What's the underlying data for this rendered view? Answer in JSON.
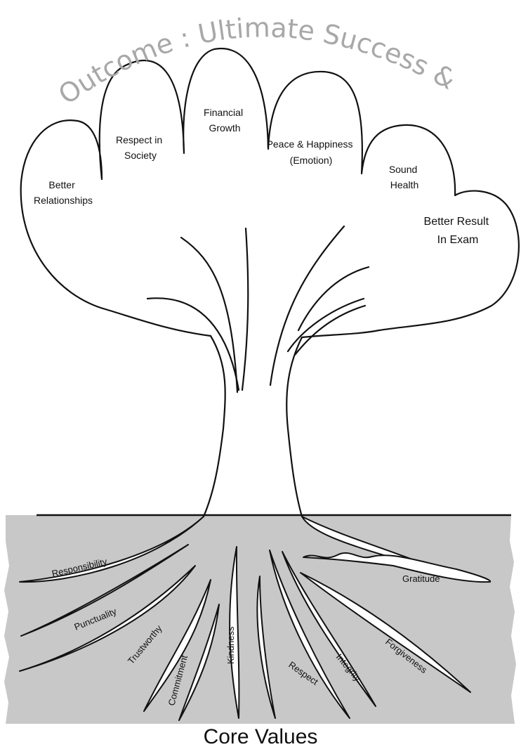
{
  "outcome_title": "Outcome : Ultimate Success & Happiness",
  "outcomes": [
    {
      "id": "relationships",
      "lines": [
        "Better",
        "Relationships"
      ]
    },
    {
      "id": "respect-society",
      "lines": [
        "Respect in",
        "Society"
      ]
    },
    {
      "id": "financial",
      "lines": [
        "Financial",
        "Growth"
      ]
    },
    {
      "id": "peace",
      "lines": [
        "Peace & Happiness",
        "(Emotion)"
      ]
    },
    {
      "id": "health",
      "lines": [
        "Sound",
        "Health"
      ]
    },
    {
      "id": "exam",
      "lines": [
        "Better Result",
        "In Exam"
      ]
    }
  ],
  "core_values": [
    "Responsibility",
    "Punctuality",
    "Trustworthy",
    "Commitment",
    "Kindness",
    "Respect",
    "Integrity",
    "Forgiveness",
    "Gratitude"
  ],
  "caption": "Core Values",
  "colors": {
    "ground": "#c8c8c8",
    "outline": "#111111",
    "outcome_text": "#a8a8a8"
  }
}
